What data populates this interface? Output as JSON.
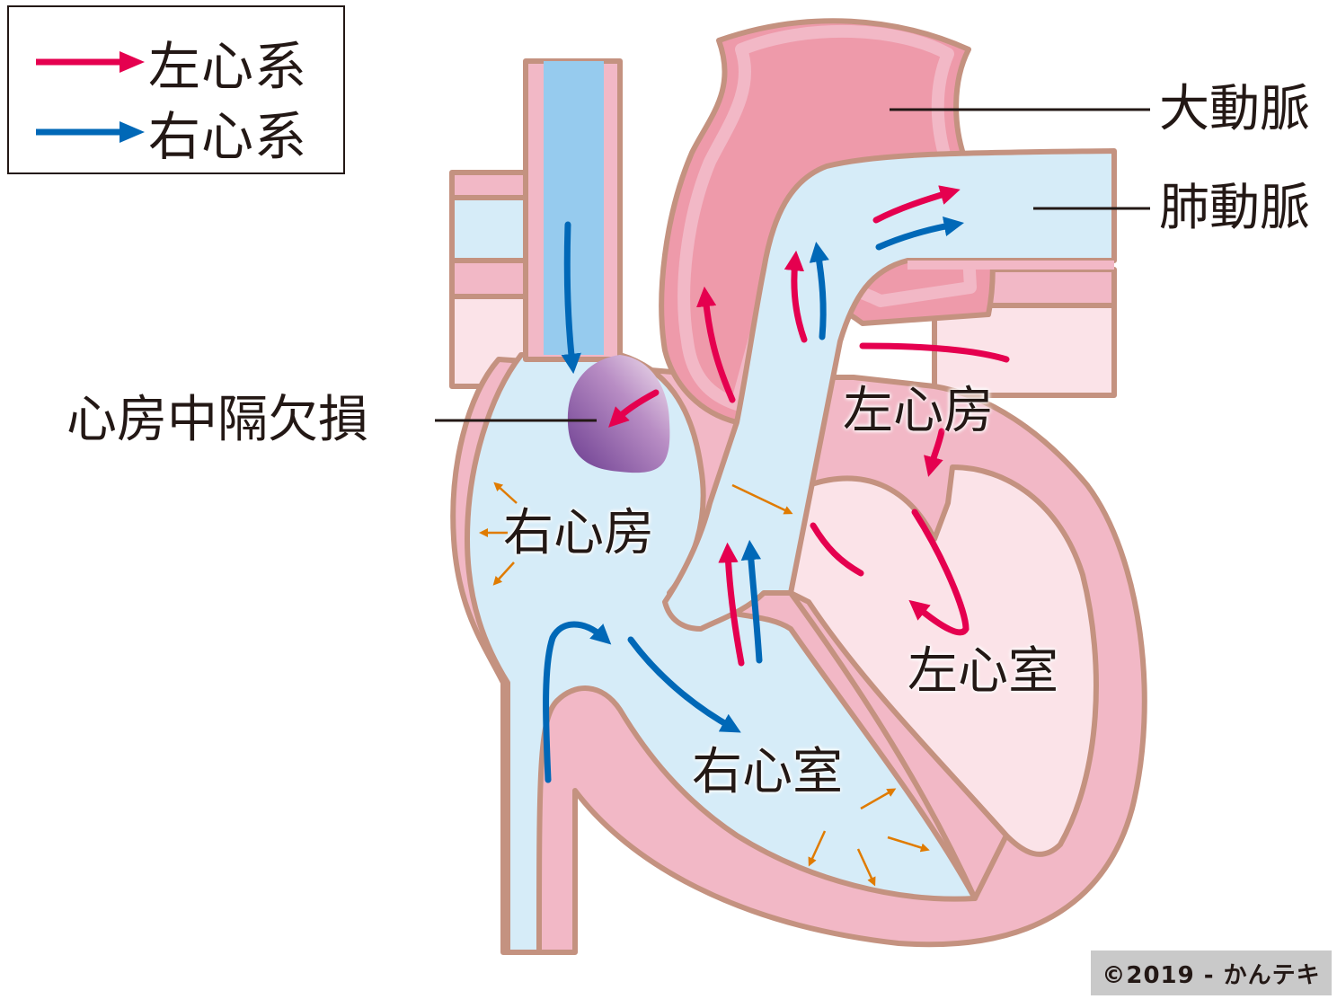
{
  "legend": {
    "items": [
      {
        "label": "左心系",
        "color": "#e5004f"
      },
      {
        "label": "右心系",
        "color": "#0068b7"
      }
    ]
  },
  "labels": {
    "aorta": "大動脈",
    "pulmonary_artery": "肺動脈",
    "asd": "心房中隔欠損",
    "left_atrium": "左心房",
    "right_atrium": "右心房",
    "left_ventricle": "左心室",
    "right_ventricle": "右心室"
  },
  "colors": {
    "outline": "#c49280",
    "wall_pink": "#f2b8c6",
    "aorta": "#ee9aaa",
    "left_chamber": "#fbe3e8",
    "right_chamber": "#d6ecf8",
    "svc_blue": "#96cbee",
    "defect": "#8e5ba6",
    "pressure_arrow": "#e07b00",
    "leader_line": "#231815"
  },
  "copyright": "©2019 - かんテキ"
}
